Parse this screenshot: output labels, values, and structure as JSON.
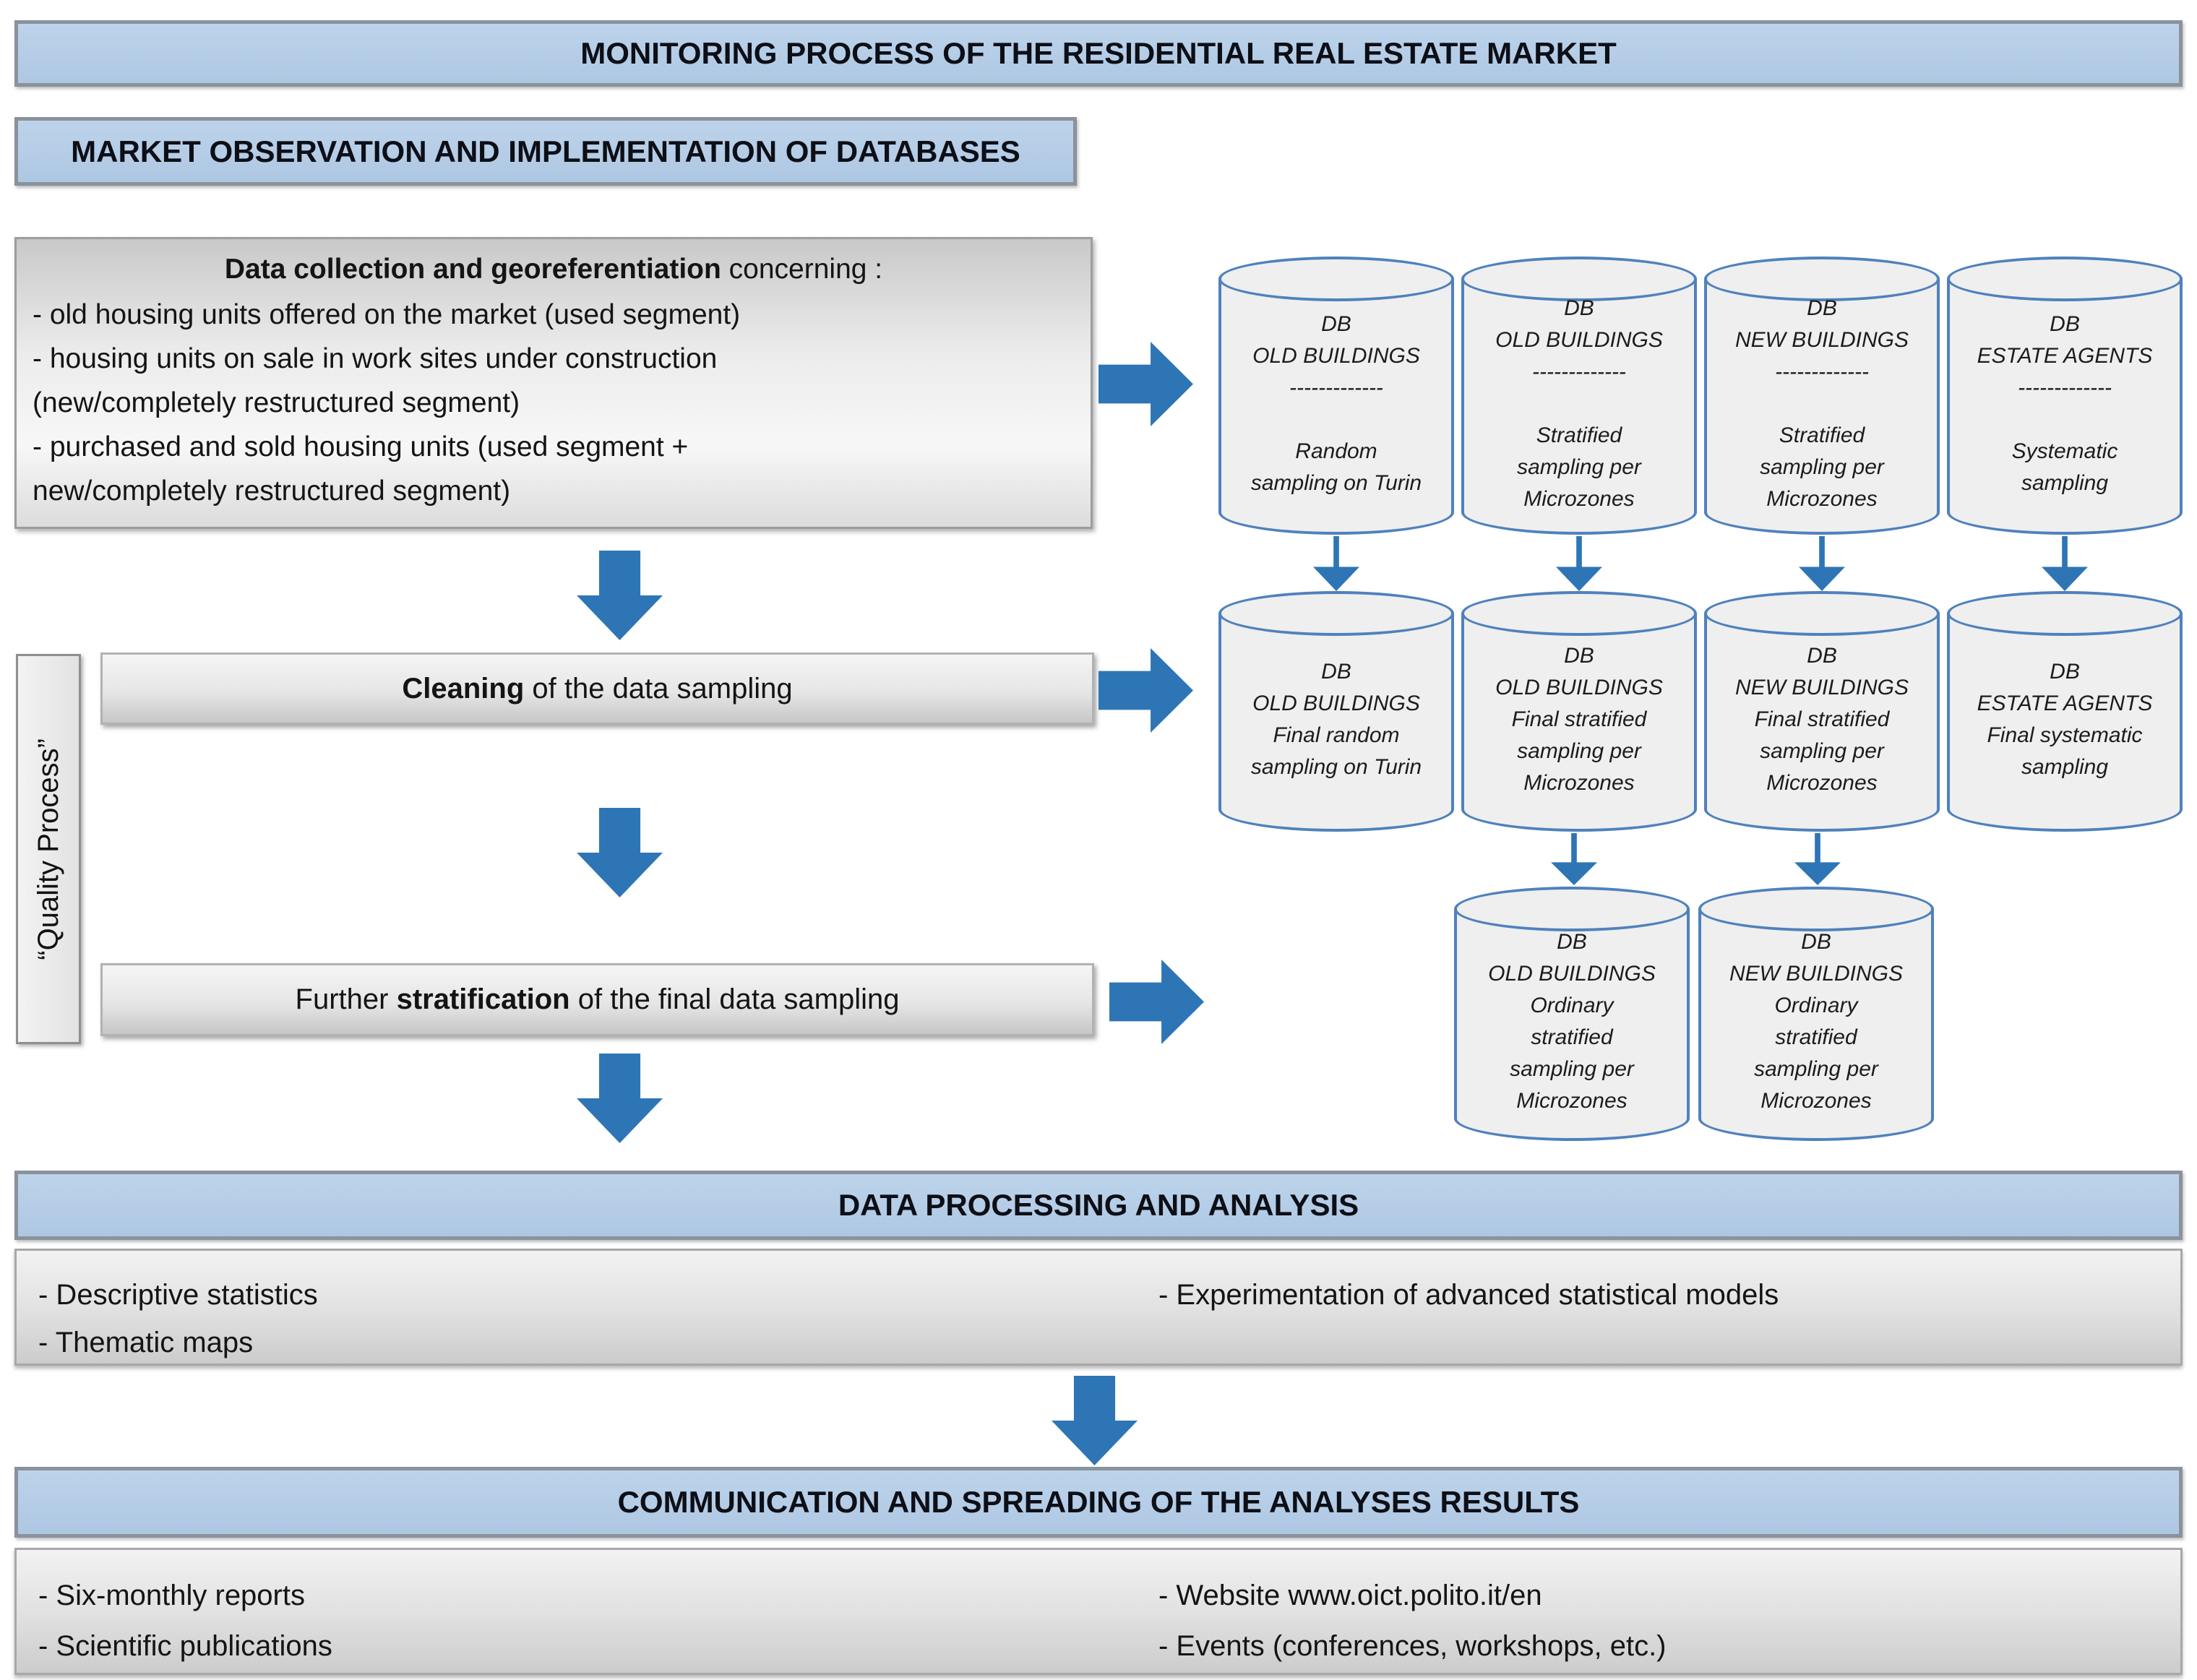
{
  "colors": {
    "banner_fill": "#b7cde6",
    "banner_border": "#8a929c",
    "arrow_blue": "#2e75b6",
    "cylinder_stroke": "#4f81bd",
    "cylinder_fill": "#efefef"
  },
  "title_banner": "MONITORING PROCESS OF THE RESIDENTIAL REAL ESTATE MARKET",
  "market_banner": "MARKET OBSERVATION AND IMPLEMENTATION OF DATABASES",
  "data_collection": {
    "heading_bold": "Data collection and georeferentiation",
    "heading_rest": " concerning :",
    "lines": [
      "- old housing units offered on the market (used segment)",
      "- housing units on sale in work sites under construction",
      "(new/completely restructured segment)",
      "- purchased and sold housing units (used segment +",
      "new/completely restructured segment)"
    ]
  },
  "quality_label": "“Quality Process”",
  "flow": {
    "cleaning_bold": "Cleaning",
    "cleaning_rest": " of the data sampling",
    "strat_pre": "Further ",
    "strat_bold": "stratification",
    "strat_rest": " of the final data sampling"
  },
  "cylinders": {
    "row1": [
      {
        "lines": [
          "DB",
          "OLD BUILDINGS",
          "-------------",
          "",
          "Random",
          "sampling on Turin"
        ]
      },
      {
        "lines": [
          "DB",
          "OLD BUILDINGS",
          "-------------",
          "",
          "Stratified",
          "sampling per",
          "Microzones"
        ]
      },
      {
        "lines": [
          "DB",
          "NEW BUILDINGS",
          "-------------",
          "",
          "Stratified",
          "sampling per",
          "Microzones"
        ]
      },
      {
        "lines": [
          "DB",
          "ESTATE AGENTS",
          "-------------",
          "",
          "Systematic",
          "sampling"
        ]
      }
    ],
    "row2": [
      {
        "lines": [
          "DB",
          "OLD BUILDINGS",
          "Final random",
          "sampling on Turin"
        ]
      },
      {
        "lines": [
          "DB",
          "OLD BUILDINGS",
          "Final stratified",
          "sampling per",
          "Microzones"
        ]
      },
      {
        "lines": [
          "DB",
          "NEW BUILDINGS",
          "Final stratified",
          "sampling per",
          "Microzones"
        ]
      },
      {
        "lines": [
          "DB",
          "ESTATE AGENTS",
          "Final systematic",
          "sampling"
        ]
      }
    ],
    "row3": [
      {
        "lines": [
          "DB",
          "OLD BUILDINGS",
          "Ordinary",
          "stratified",
          "sampling per",
          "Microzones"
        ]
      },
      {
        "lines": [
          "DB",
          "NEW BUILDINGS",
          "Ordinary",
          "stratified",
          "sampling per",
          "Microzones"
        ]
      }
    ]
  },
  "processing": {
    "banner": "DATA PROCESSING AND ANALYSIS",
    "left_items": [
      "- Descriptive statistics",
      "- Thematic maps"
    ],
    "right_items": [
      "- Experimentation of advanced statistical models"
    ]
  },
  "communication": {
    "banner": "COMMUNICATION AND SPREADING OF THE ANALYSES RESULTS",
    "left_items": [
      "- Six-monthly reports",
      "- Scientific publications"
    ],
    "right_items": [
      "- Website www.oict.polito.it/en",
      "- Events (conferences, workshops, etc.)"
    ]
  }
}
